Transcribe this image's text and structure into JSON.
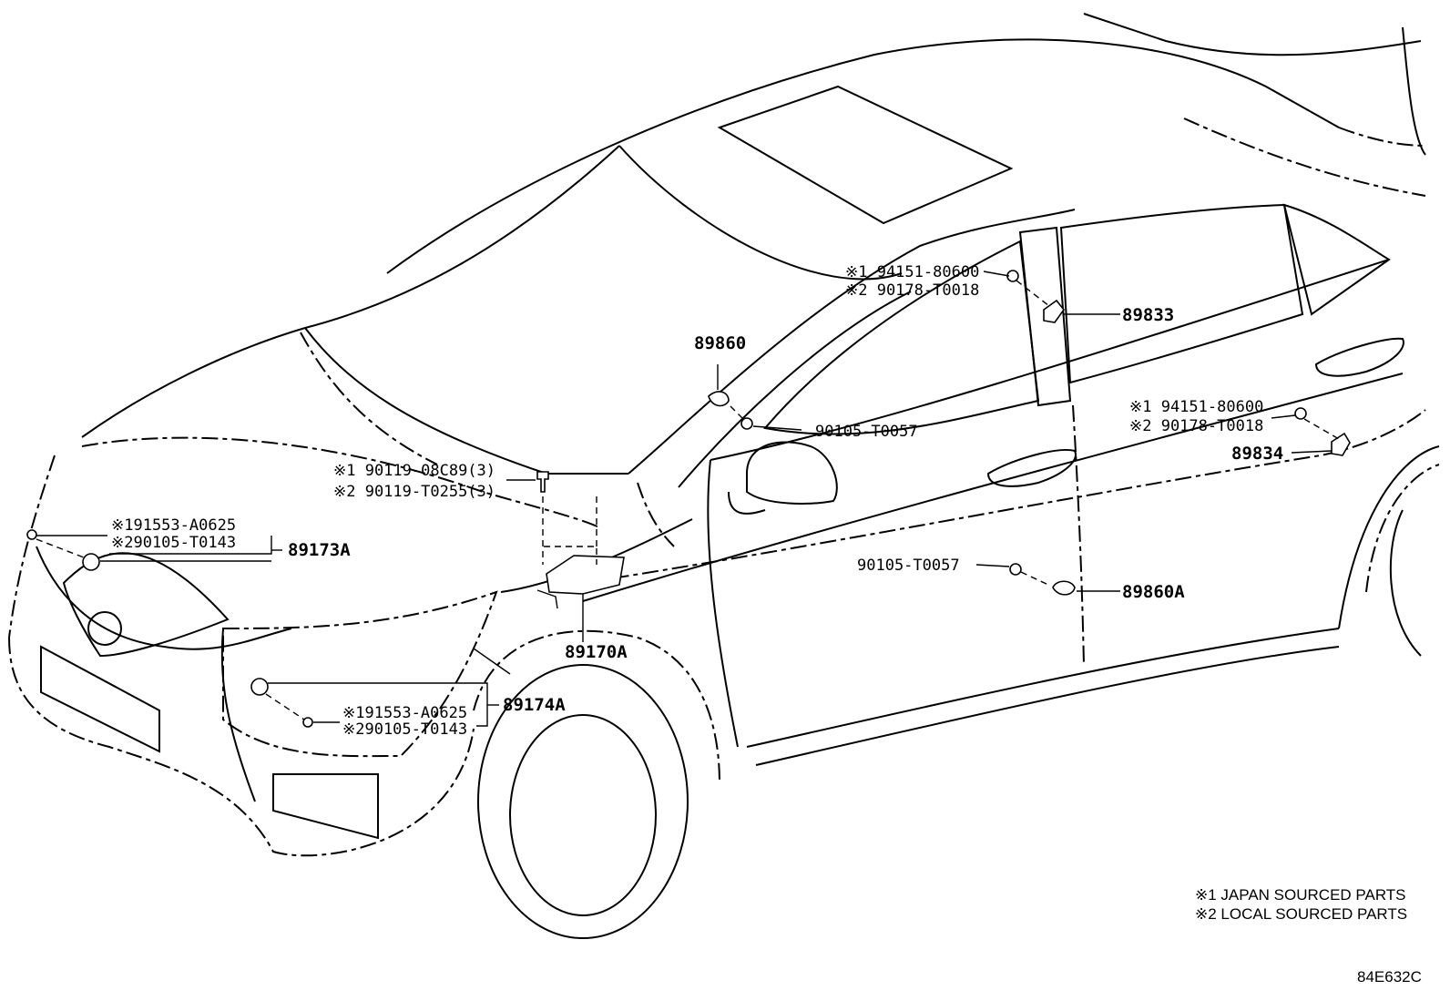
{
  "labels": {
    "p89833": "89833",
    "p89834": "89834",
    "p89860": "89860",
    "p89860a": "89860A",
    "p89170a": "89170A",
    "p89173a": "89173A",
    "p89174a": "89174A",
    "pillar_upper_1": "※1 94151-80600",
    "pillar_upper_2": "※2 90178-T0018",
    "pillar_rear_1": "※1 94151-80600",
    "pillar_rear_2": "※2 90178-T0018",
    "bolt_upper": "90105-T0057",
    "bolt_door": "90105-T0057",
    "ecu_bolt_1": "※1 90119-08C89(3)",
    "ecu_bolt_2": "※2 90119-T0255(3)",
    "front_l_1": "※191553-A0625",
    "front_l_2": "※290105-T0143",
    "front_r_1": "※191553-A0625",
    "front_r_2": "※290105-T0143"
  },
  "notes": {
    "note1": "※1 JAPAN SOURCED PARTS",
    "note2": "※2 LOCAL SOURCED PARTS"
  },
  "figure_code": "84E632C"
}
